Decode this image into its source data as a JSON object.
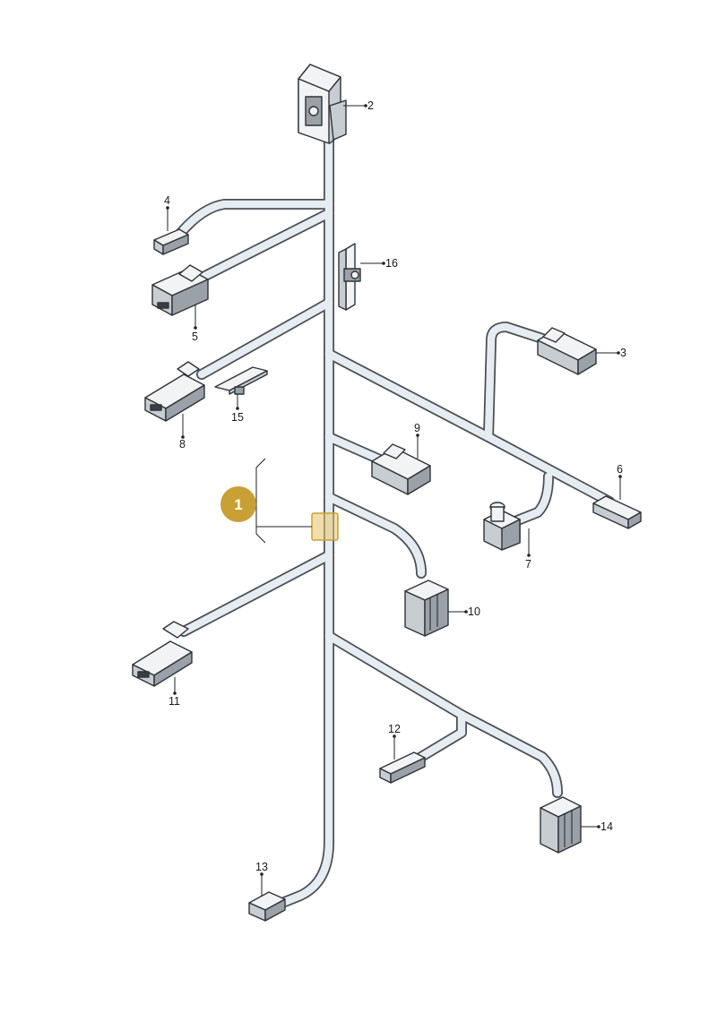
{
  "callouts": {
    "c2": "2",
    "c3": "3",
    "c4": "4",
    "c5": "5",
    "c6": "6",
    "c7": "7",
    "c8": "8",
    "c9": "9",
    "c10": "10",
    "c11": "11",
    "c12": "12",
    "c13": "13",
    "c14": "14",
    "c15": "15",
    "c16": "16"
  },
  "badge": {
    "label": "1",
    "color": "#c9a035"
  },
  "colors": {
    "wire_outline": "#4a4f55",
    "wire_fill": "#e6edf2",
    "highlight": "#e8c36a"
  }
}
